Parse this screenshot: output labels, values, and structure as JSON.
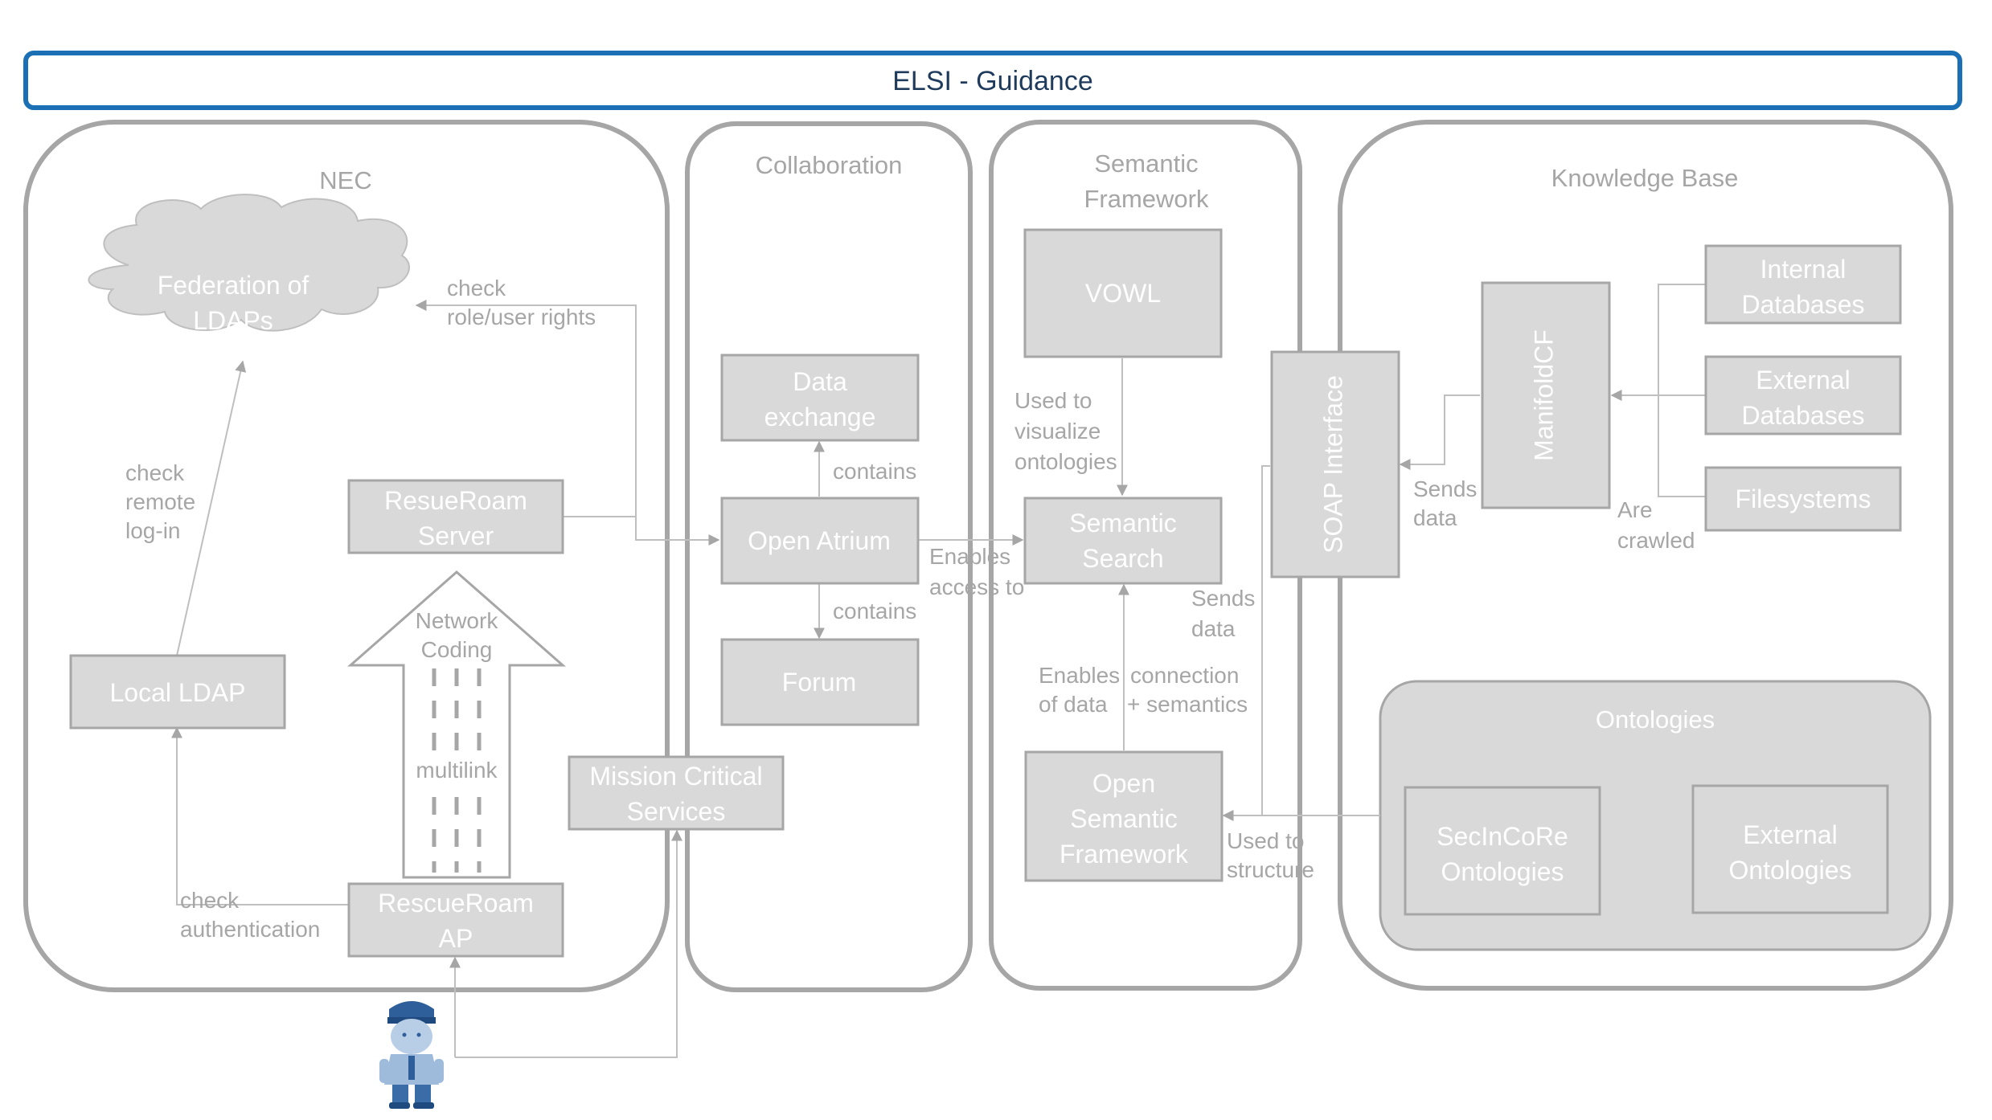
{
  "banner": {
    "label": "ELSI - Guidance"
  },
  "groups": {
    "nec": "NEC",
    "collaboration": "Collaboration",
    "semantic_framework": [
      "Semantic",
      "Framework"
    ],
    "knowledge_base": "Knowledge Base",
    "ontologies": "Ontologies"
  },
  "nodes": {
    "federation_ldaps": [
      "Federation of",
      "LDAPs"
    ],
    "local_ldap": "Local LDAP",
    "rescueroam_server": [
      "ResueRoam",
      "Server"
    ],
    "rescueroam_ap": [
      "RescueRoam",
      "AP"
    ],
    "network_coding_top": [
      "Network",
      "Coding"
    ],
    "network_coding_mid": "multilink",
    "mission_critical": [
      "Mission Critical",
      "Services"
    ],
    "data_exchange": [
      "Data",
      "exchange"
    ],
    "open_atrium": "Open Atrium",
    "forum": "Forum",
    "vowl": "VOWL",
    "semantic_search": [
      "Semantic",
      "Search"
    ],
    "open_semantic_framework": [
      "Open",
      "Semantic",
      "Framework"
    ],
    "soap_interface": "SOAP Interface",
    "manifoldcf": "ManifoldCF",
    "internal_databases": [
      "Internal",
      "Databases"
    ],
    "external_databases": [
      "External",
      "Databases"
    ],
    "filesystems": "Filesystems",
    "secincore_ontologies": [
      "SecInCoRe",
      "Ontologies"
    ],
    "external_ontologies": [
      "External",
      "Ontologies"
    ]
  },
  "edge_labels": {
    "check_rights": [
      "check",
      "role/user rights"
    ],
    "check_remote": [
      "check",
      "remote",
      "log-in"
    ],
    "check_auth": [
      "check",
      "authentication"
    ],
    "contains_1": "contains",
    "contains_2": "contains",
    "enables_access": [
      "Enables",
      "access to"
    ],
    "used_visualize": [
      "Used to",
      "visualize",
      "ontologies"
    ],
    "sends_data_1": [
      "Sends",
      "data"
    ],
    "enables_connection_left": [
      "Enables",
      "of data"
    ],
    "enables_connection_right": [
      "connection",
      "+ semantics"
    ],
    "used_structure": [
      "Used to",
      "structure"
    ],
    "sends_data_2": [
      "Sends",
      "data"
    ],
    "are_crawled": [
      "Are",
      "crawled"
    ]
  },
  "colors": {
    "banner_border": "#1a6fb5",
    "banner_text": "#1f3b5c",
    "group_border": "#a6a6a6",
    "node_fill": "#d9d9d9",
    "node_border": "#a6a6a6",
    "node_text": "#ffffff",
    "label_text": "#a6a6a6",
    "connector": "#bfbfbf",
    "figure_blue": "#5b84b8"
  },
  "icons": {
    "user": "first-responder-icon"
  }
}
